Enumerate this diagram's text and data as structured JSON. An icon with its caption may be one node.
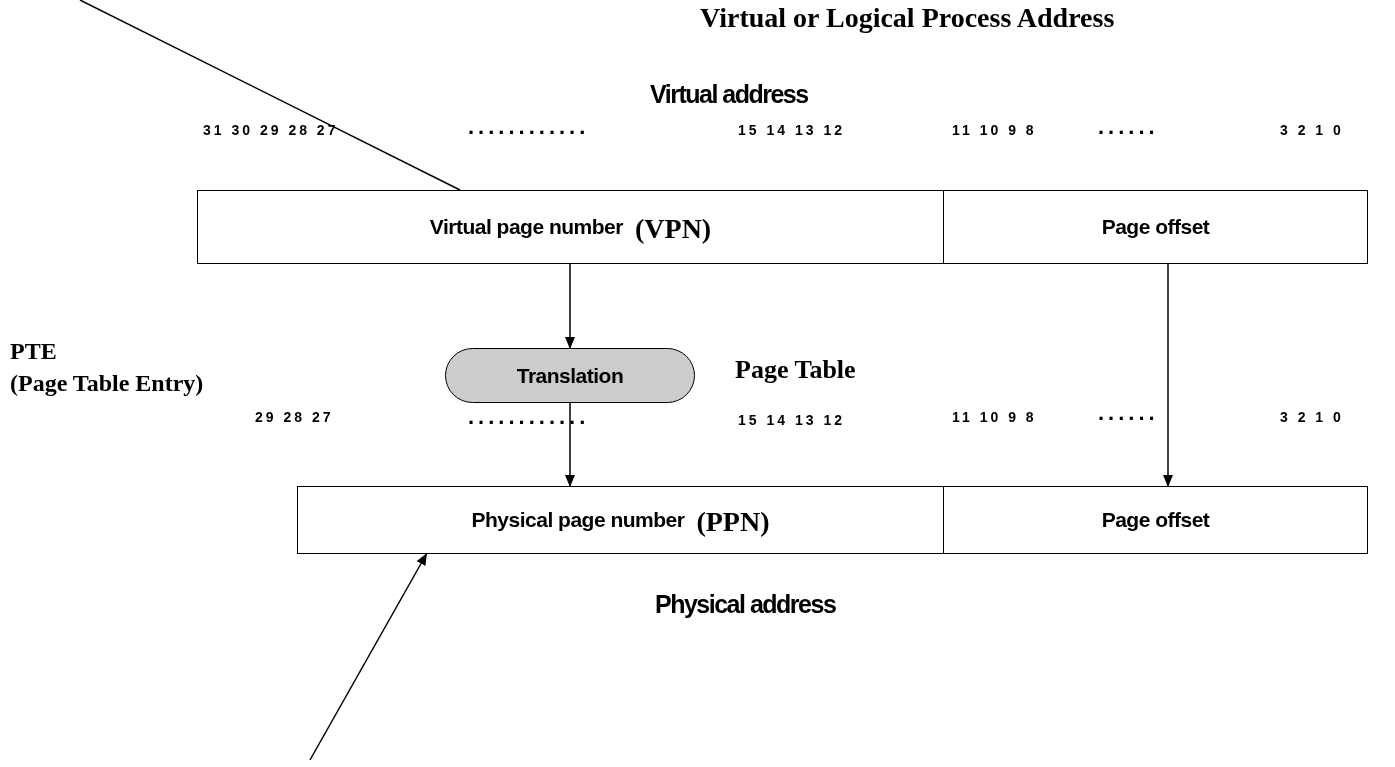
{
  "diagram": {
    "title": "Virtual or Logical Process Address",
    "nodes": [
      {
        "text": [
          "Virtual page number",
          "(VPN)"
        ]
      },
      {
        "text": [
          "Page offset"
        ]
      },
      {
        "text": [
          "Translation"
        ]
      },
      {
        "text": [
          "Physical page number",
          "(PPN)"
        ]
      },
      {
        "text": [
          "Page offset"
        ]
      }
    ],
    "edges": [
      {
        "from": 0,
        "to": 2,
        "arrow": "to"
      },
      {
        "from": 2,
        "to": 3,
        "arrow": "to"
      },
      {
        "from": 1,
        "to": 4,
        "arrow": "to"
      },
      {
        "from": null,
        "to": 0,
        "arrow": "none"
      },
      {
        "from": null,
        "to": 3,
        "arrow": "to"
      }
    ],
    "labels": [
      "Virtual address",
      "31 30 29 28 27",
      "............",
      "15 14 13 12",
      "11 10 9 8",
      "......",
      "3 2 1 0",
      "PTE",
      "(Page Table Entry)",
      "Page Table",
      "29 28 27",
      "............",
      "15 14 13 12",
      "11 10 9 8",
      "......",
      "3 2 1 0",
      "Physical address"
    ]
  }
}
